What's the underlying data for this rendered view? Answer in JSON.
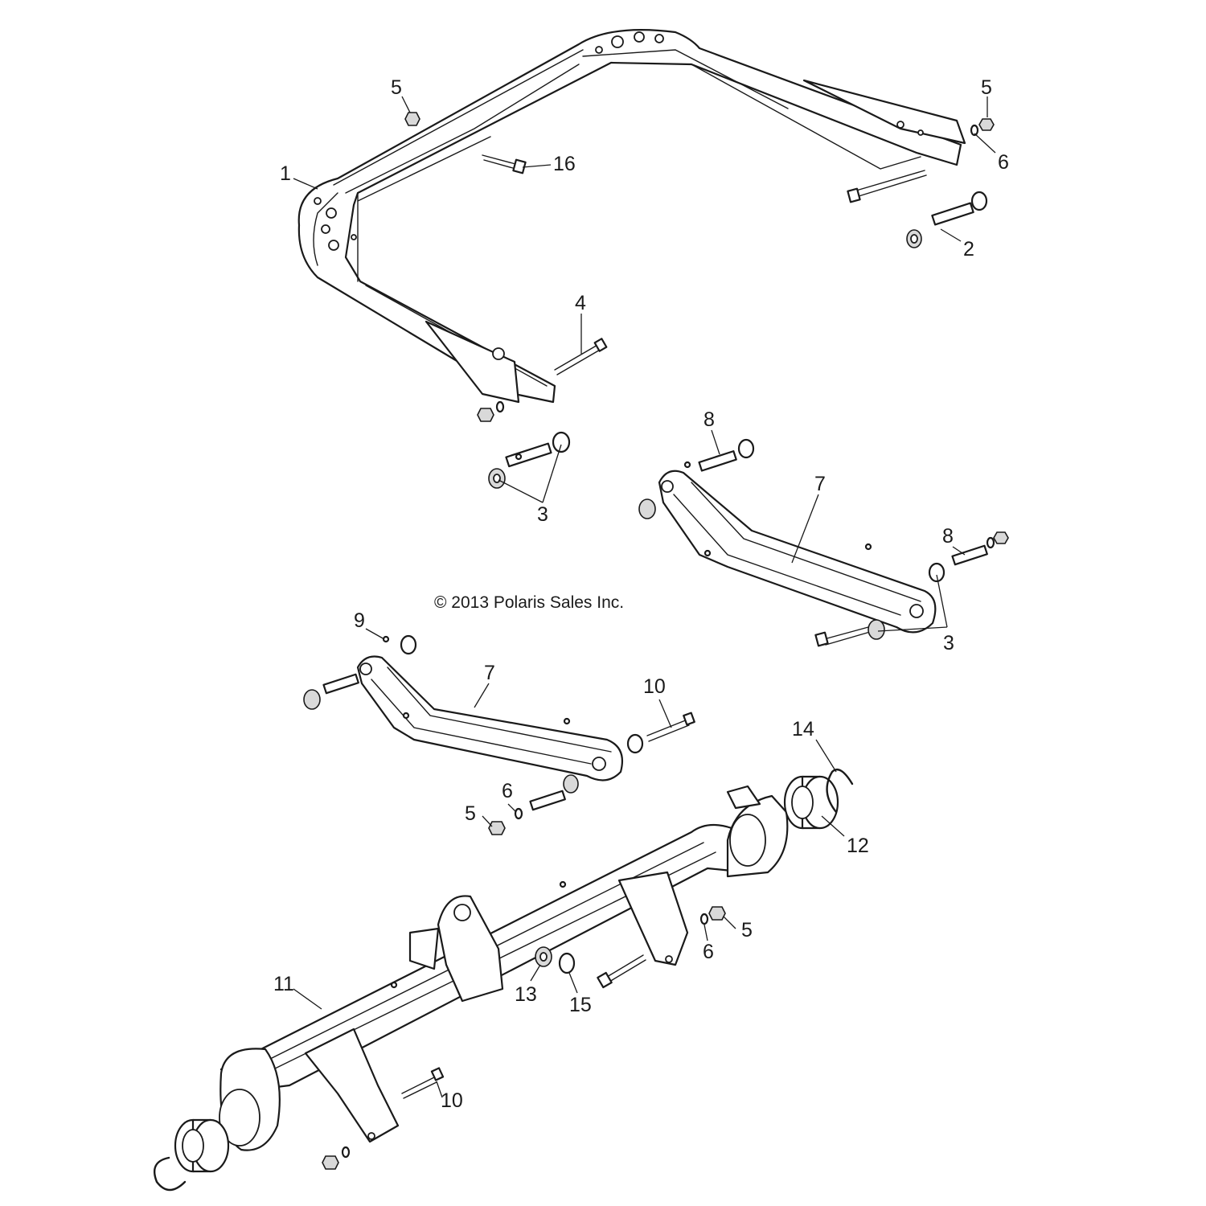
{
  "copyright": "© 2013 Polaris Sales Inc.",
  "callouts": [
    {
      "id": "c1",
      "text": "1"
    },
    {
      "id": "c2",
      "text": "2"
    },
    {
      "id": "c3a",
      "text": "3"
    },
    {
      "id": "c3b",
      "text": "3"
    },
    {
      "id": "c4",
      "text": "4"
    },
    {
      "id": "c5a",
      "text": "5"
    },
    {
      "id": "c5b",
      "text": "5"
    },
    {
      "id": "c5c",
      "text": "5"
    },
    {
      "id": "c5d",
      "text": "5"
    },
    {
      "id": "c6a",
      "text": "6"
    },
    {
      "id": "c6b",
      "text": "6"
    },
    {
      "id": "c6c",
      "text": "6"
    },
    {
      "id": "c7a",
      "text": "7"
    },
    {
      "id": "c7b",
      "text": "7"
    },
    {
      "id": "c8a",
      "text": "8"
    },
    {
      "id": "c8b",
      "text": "8"
    },
    {
      "id": "c9",
      "text": "9"
    },
    {
      "id": "c10a",
      "text": "10"
    },
    {
      "id": "c10b",
      "text": "10"
    },
    {
      "id": "c11",
      "text": "11"
    },
    {
      "id": "c12",
      "text": "12"
    },
    {
      "id": "c13",
      "text": "13"
    },
    {
      "id": "c14",
      "text": "14"
    },
    {
      "id": "c15",
      "text": "15"
    },
    {
      "id": "c16",
      "text": "16"
    }
  ]
}
